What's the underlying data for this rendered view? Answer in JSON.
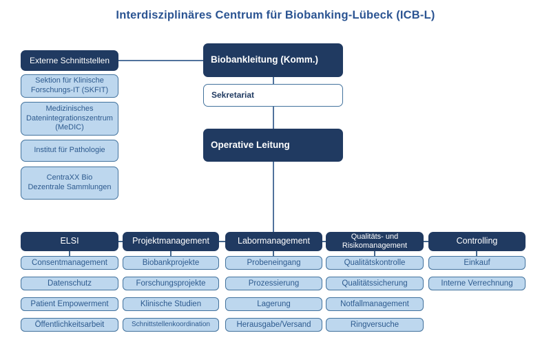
{
  "title": "Interdisziplinäres Centrum für Biobanking-Lübeck (ICB-L)",
  "colors": {
    "navy": "#203A61",
    "light_blue": "#BDD7EE",
    "box_border": "#41719C",
    "connector": "#50729C",
    "title_blue": "#2B5492",
    "item_text": "#2D5A8E"
  },
  "external_interfaces": {
    "header": "Externe Schnittstellen",
    "items": [
      "Sektion für Klinische\nForschungs-IT (SKFIT)",
      "Medizinisches\nDatenintegrationszentrum\n(MeDIC)",
      "Institut für Pathologie",
      "CentraXX Bio\nDezentrale Sammlungen"
    ]
  },
  "leadership": {
    "biobank_lead": "Biobankleitung (Komm.)",
    "secretariat": "Sekretariat",
    "operative_lead": "Operative Leitung"
  },
  "departments": [
    {
      "header": "ELSI",
      "items": [
        "Consentmanagement",
        "Datenschutz",
        "Patient Empowerment",
        "Öffentlichkeitsarbeit"
      ]
    },
    {
      "header": "Projektmanagement",
      "items": [
        "Biobankprojekte",
        "Forschungsprojekte",
        "Klinische Studien",
        "Schnittstellenkoordination"
      ]
    },
    {
      "header": "Labormanagement",
      "items": [
        "Probeneingang",
        "Prozessierung",
        "Lagerung",
        "Herausgabe/Versand"
      ]
    },
    {
      "header": "Qualitäts- und\nRisikomanagement",
      "items": [
        "Qualitätskontrolle",
        "Qualitätssicherung",
        "Notfallmanagement",
        "Ringversuche"
      ]
    },
    {
      "header": "Controlling",
      "items": [
        "Einkauf",
        "Interne Verrechnung"
      ]
    }
  ]
}
